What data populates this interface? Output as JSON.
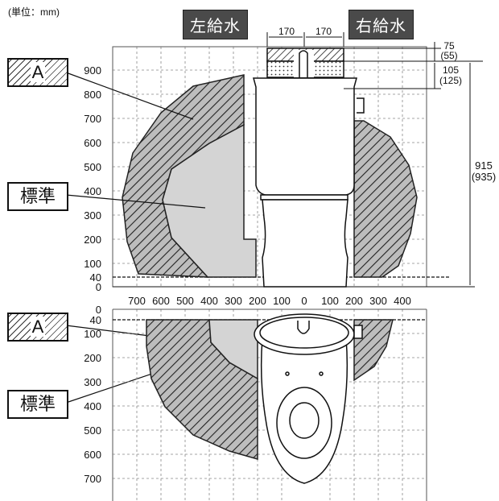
{
  "unit_label": "(単位：mm)",
  "top_view": {
    "left_supply_label": "左給水",
    "right_supply_label": "右給水",
    "width_left": "170",
    "width_right": "170",
    "dim_top": "75",
    "dim_top_alt": "(55)",
    "dim_mid": "105",
    "dim_mid_alt": "(125)",
    "dim_total": "915",
    "dim_total_alt": "(935)",
    "callout_a": "A",
    "callout_standard": "標準",
    "y_ticks": [
      "900",
      "800",
      "700",
      "600",
      "500",
      "400",
      "300",
      "200",
      "100",
      "40",
      "0"
    ]
  },
  "bottom_view": {
    "callout_a": "A",
    "callout_standard": "標準",
    "x_ticks": [
      "700",
      "600",
      "500",
      "400",
      "300",
      "200",
      "100",
      "0",
      "100",
      "200",
      "300",
      "400"
    ],
    "y_ticks": [
      "0",
      "40",
      "100",
      "200",
      "300",
      "400",
      "500",
      "600",
      "700"
    ]
  }
}
